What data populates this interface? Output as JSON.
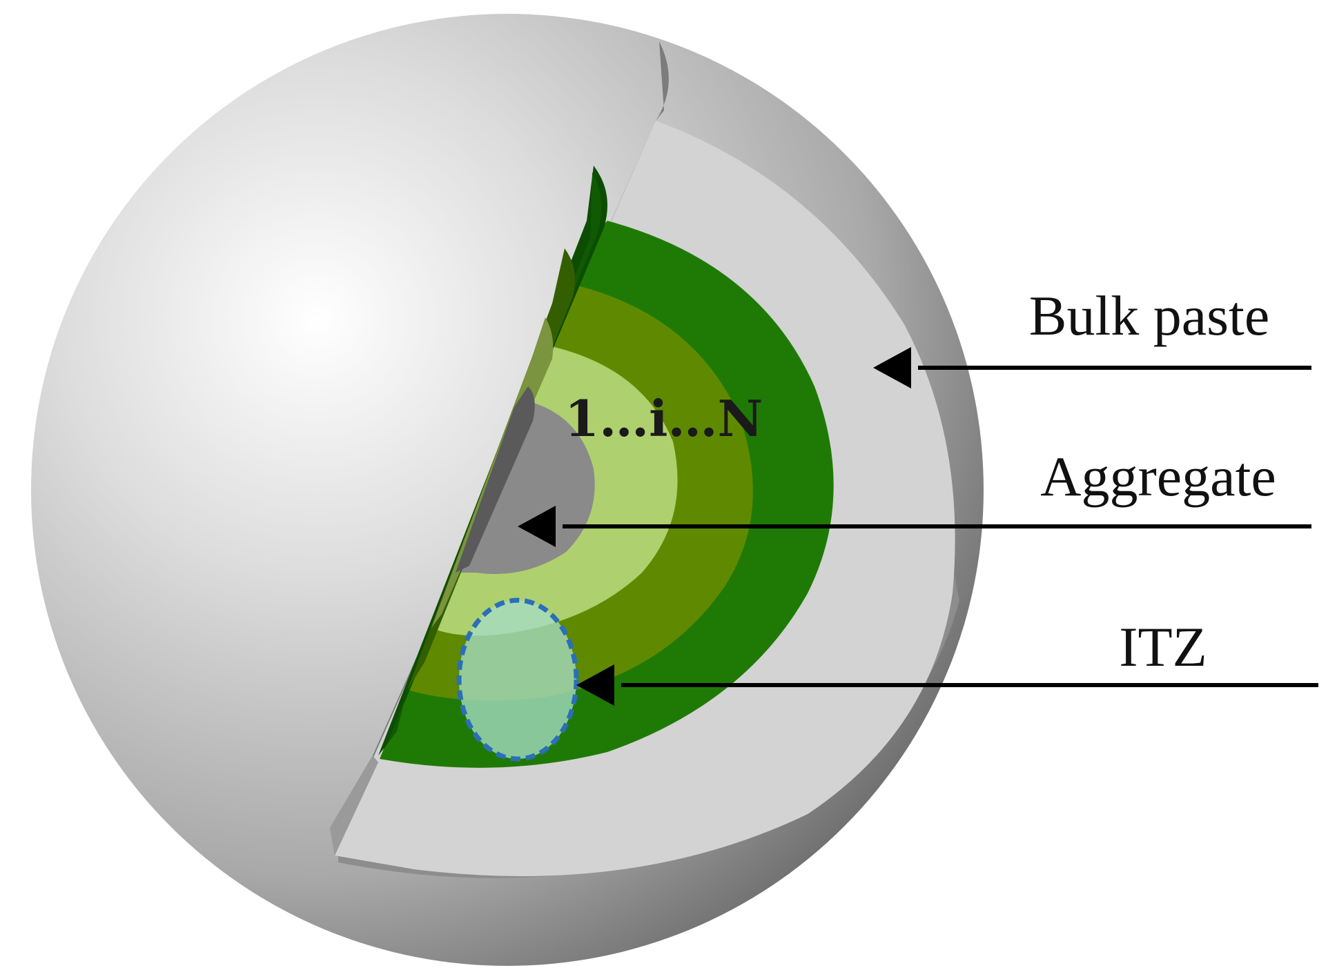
{
  "labels": {
    "bulk_paste": "Bulk paste",
    "aggregate": "Aggregate",
    "itz": "ITZ",
    "layer_index": "1…i…N"
  },
  "icons": [
    "arrow-left-icon"
  ],
  "colors": {
    "sphere_shell": "#c8c8c8",
    "cut_face": "#d2d2d2",
    "itz_outer": "#1f7a05",
    "itz_middle": "#5f8a00",
    "itz_inner": "#afd06e",
    "aggregate_core": "#8a8a8a",
    "itz_highlight": "#a6dcc4",
    "highlight_border": "#2a6fb8"
  }
}
